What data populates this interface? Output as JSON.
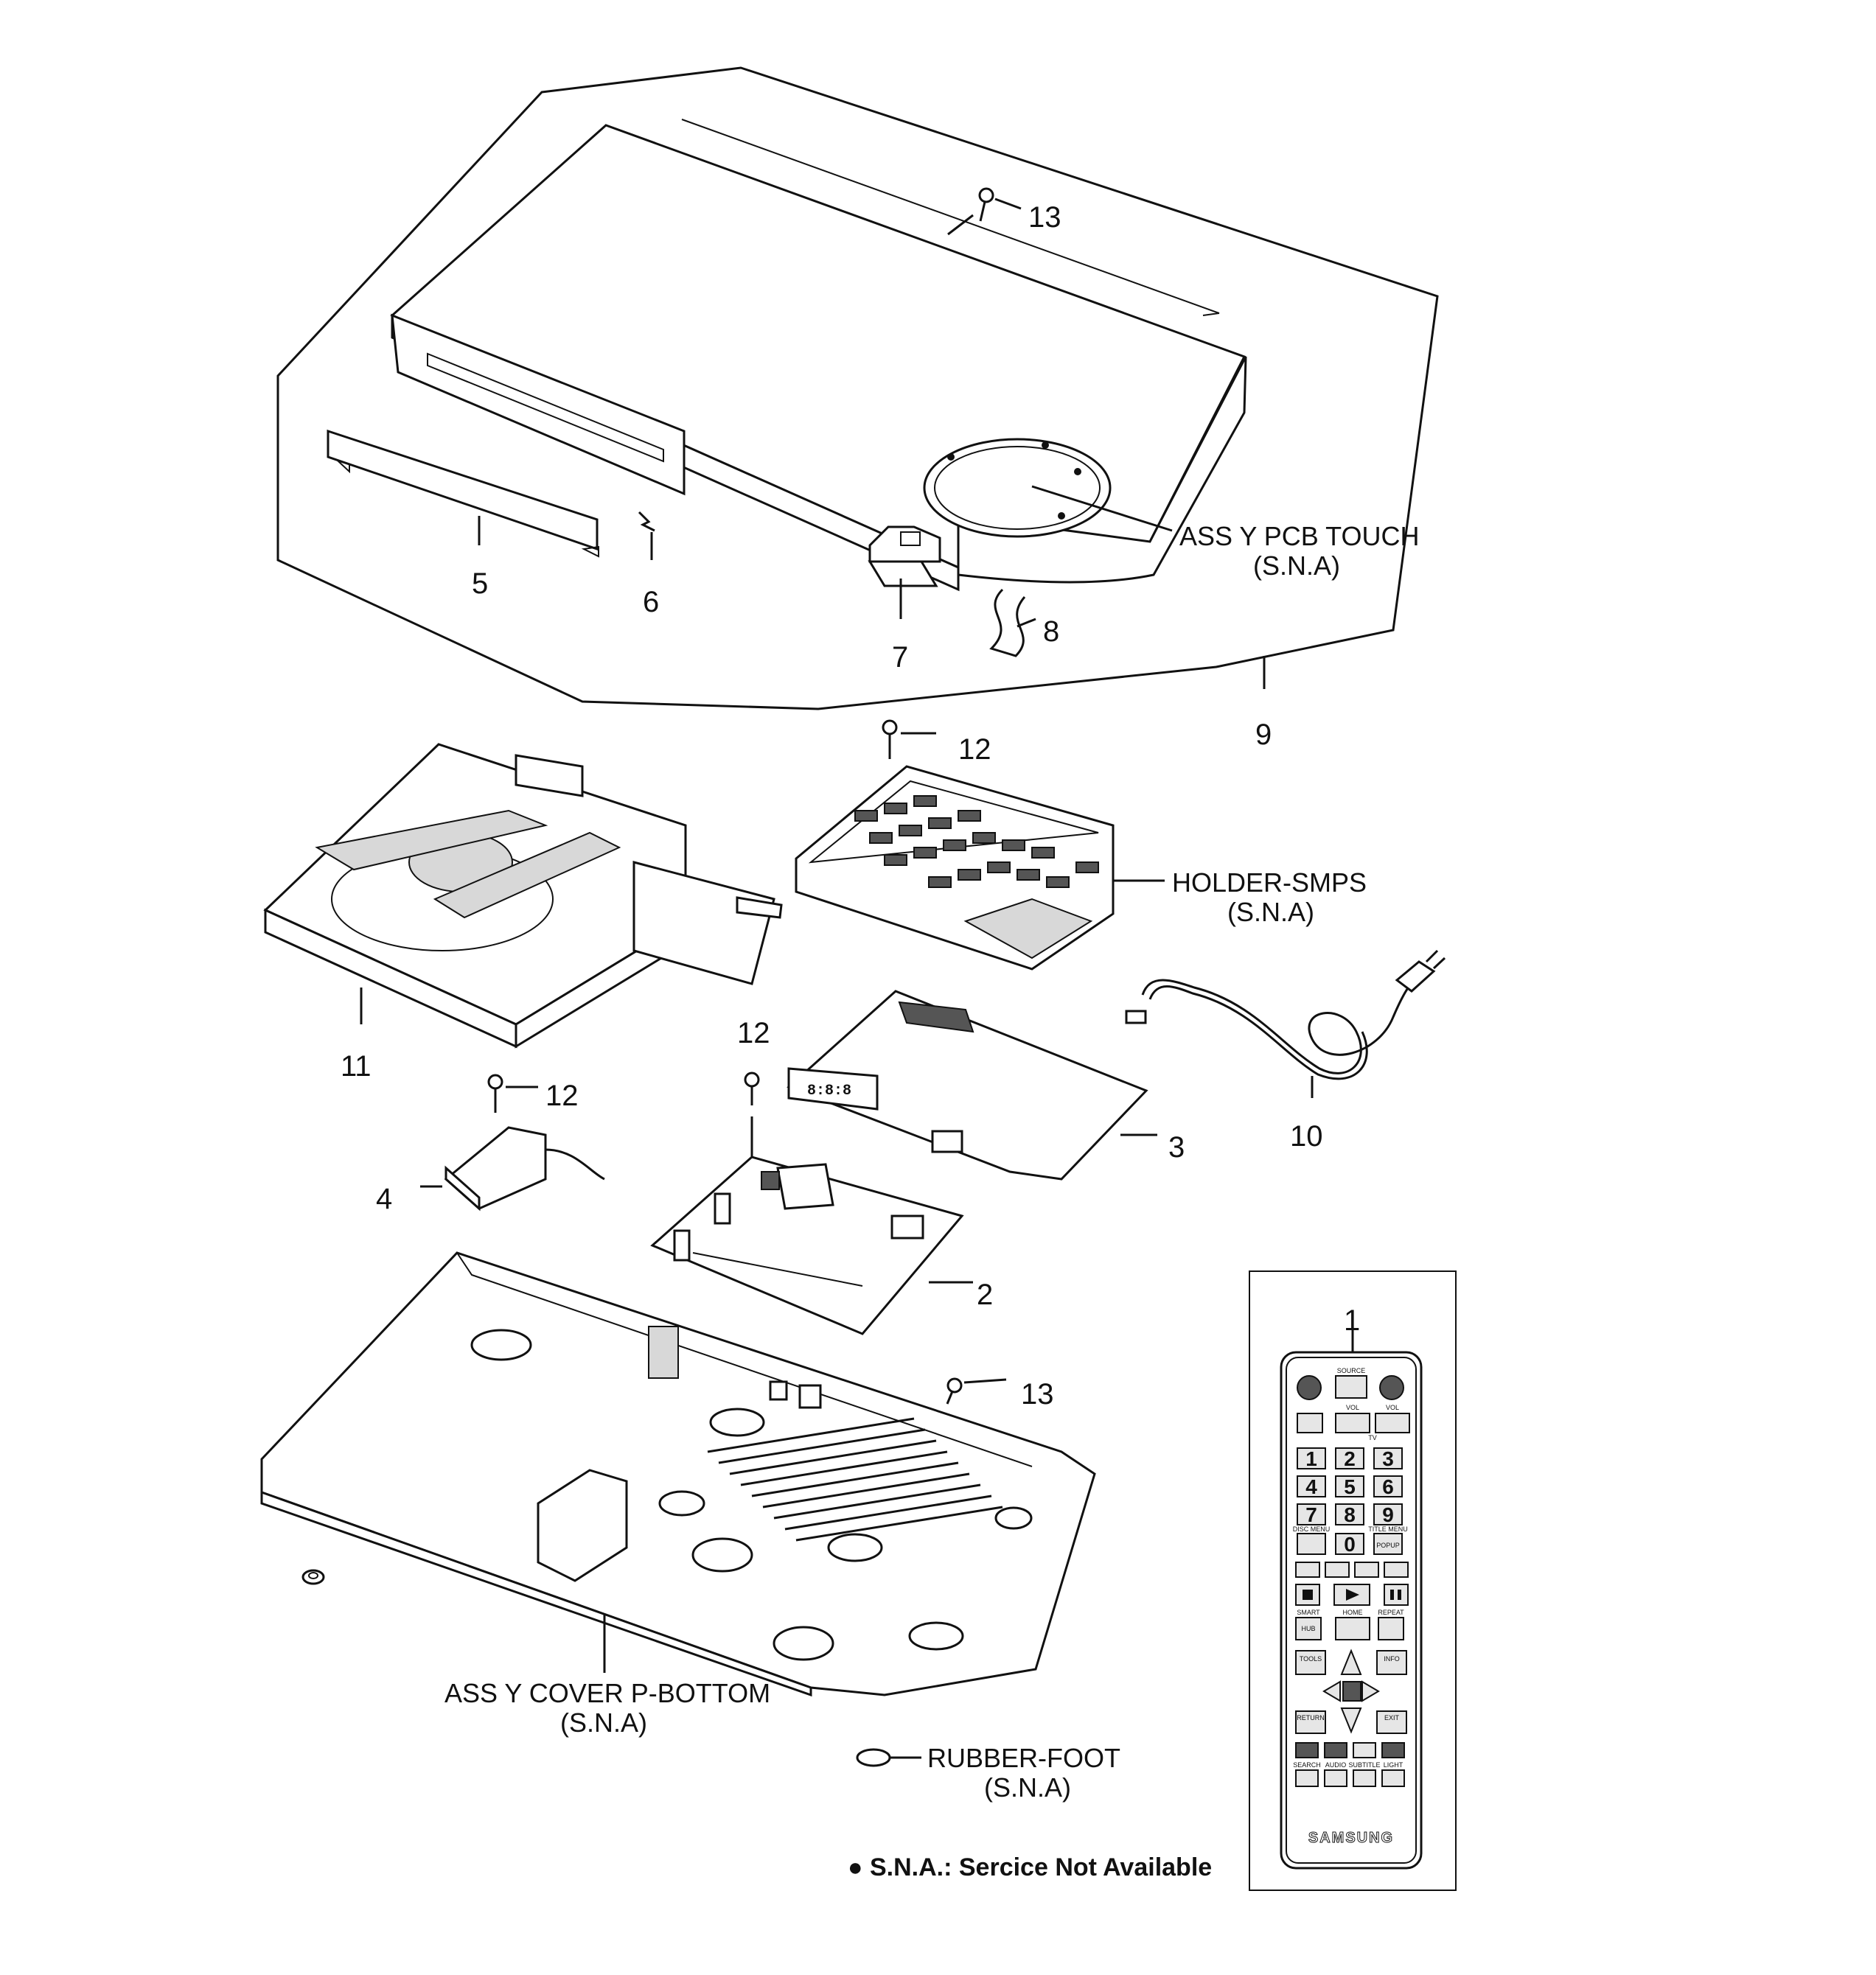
{
  "callouts": {
    "c1": "1",
    "c2": "2",
    "c3": "3",
    "c4": "4",
    "c5": "5",
    "c6": "6",
    "c7": "7",
    "c8": "8",
    "c9": "9",
    "c10": "10",
    "c11": "11",
    "c12_top": "12",
    "c12_mid": "12",
    "c12_left": "12",
    "c13_top": "13",
    "c13_bottom": "13"
  },
  "labels": {
    "pcb_touch": "ASS Y PCB TOUCH",
    "pcb_touch_sna": "(S.N.A)",
    "holder_smps": "HOLDER-SMPS",
    "holder_smps_sna": "(S.N.A)",
    "cover_bottom": "ASS Y COVER P-BOTTOM",
    "cover_bottom_sna": "(S.N.A)",
    "rubber_foot": "RUBBER-FOOT",
    "rubber_foot_sna": "(S.N.A)"
  },
  "footnote": "● S.N.A.: Sercice Not Available",
  "remote": {
    "brand": "SAMSUNG",
    "source": "SOURCE",
    "vol": "VOL",
    "tv": "TV",
    "digits": [
      "1",
      "2",
      "3",
      "4",
      "5",
      "6",
      "7",
      "8",
      "9",
      "0"
    ],
    "disc_menu": "DISC MENU",
    "title_menu": "TITLE MENU",
    "popup": "POPUP",
    "smart": "SMART",
    "home": "HOME",
    "repeat": "REPEAT",
    "hub": "HUB",
    "tools": "TOOLS",
    "info": "INFO",
    "return": "RETURN",
    "exit": "EXIT",
    "search": "SEARCH",
    "audio": "AUDIO",
    "subtitle": "SUBTITLE",
    "light": "LIGHT"
  }
}
